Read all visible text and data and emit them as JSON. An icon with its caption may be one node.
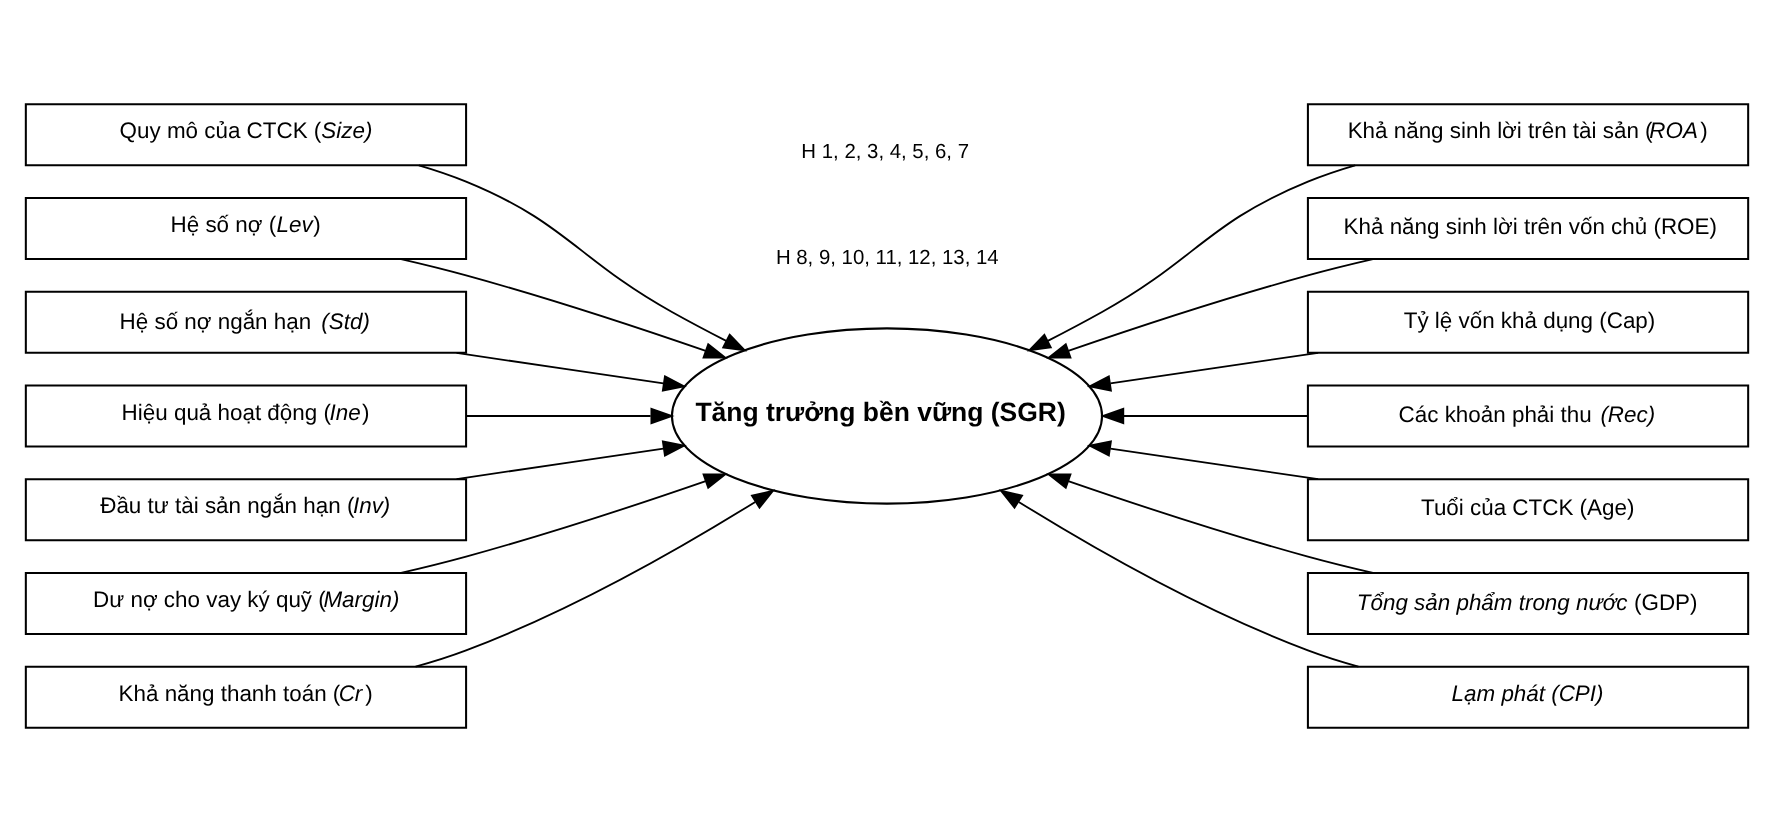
{
  "diagram": {
    "nodes": [
      {
        "text": [
          "Quy mô của CTCK (*Size)*"
        ]
      },
      {
        "text": [
          "Hệ số nợ (*Lev*)"
        ]
      },
      {
        "text": [
          "Hệ số nợ ngắn hạn *(Std)*"
        ]
      },
      {
        "text": [
          "Hiệu quả hoạt động (*Ine*)"
        ]
      },
      {
        "text": [
          "Đầu tư tài sản ngắn hạn (*Inv)*"
        ]
      },
      {
        "text": [
          "Dư nợ cho vay ký quỹ (*Margin)*"
        ]
      },
      {
        "text": [
          "Khả năng thanh toán (*Cr*)"
        ]
      },
      {
        "text": [
          "Tăng trưởng bền vững (SGR)"
        ]
      },
      {
        "text": [
          "Khả năng sinh lời trên tài sản (*ROA*)"
        ]
      },
      {
        "text": [
          "Khả năng sinh lời trên vốn chủ (ROE)"
        ]
      },
      {
        "text": [
          "Tỷ lệ vốn khả dụng (Cap)"
        ]
      },
      {
        "text": [
          "Các khoản phải thu *(Rec)*"
        ]
      },
      {
        "text": [
          "Tuổi của CTCK (Age)"
        ]
      },
      {
        "text": [
          "*Tổng sản phẩm trong nước* (GDP)"
        ]
      },
      {
        "text": [
          "Lạm phát (CPI)"
        ]
      }
    ],
    "edges": [
      {
        "from": 0,
        "to": 7,
        "arrow": "to"
      },
      {
        "from": 1,
        "to": 7,
        "arrow": "to"
      },
      {
        "from": 2,
        "to": 7,
        "arrow": "to"
      },
      {
        "from": 3,
        "to": 7,
        "arrow": "to"
      },
      {
        "from": 4,
        "to": 7,
        "arrow": "to"
      },
      {
        "from": 5,
        "to": 7,
        "arrow": "to"
      },
      {
        "from": 6,
        "to": 7,
        "arrow": "to"
      },
      {
        "from": 8,
        "to": 7,
        "arrow": "to"
      },
      {
        "from": 9,
        "to": 7,
        "arrow": "to"
      },
      {
        "from": 10,
        "to": 7,
        "arrow": "to"
      },
      {
        "from": 11,
        "to": 7,
        "arrow": "to"
      },
      {
        "from": 12,
        "to": 7,
        "arrow": "to"
      },
      {
        "from": 13,
        "to": 7,
        "arrow": "to"
      },
      {
        "from": 14,
        "to": 7,
        "arrow": "to"
      }
    ],
    "labels": [
      "H 1, 2, 3, 4, 5, 6, 7",
      "H 8, 9, 10, 11, 12, 13, 14"
    ]
  }
}
